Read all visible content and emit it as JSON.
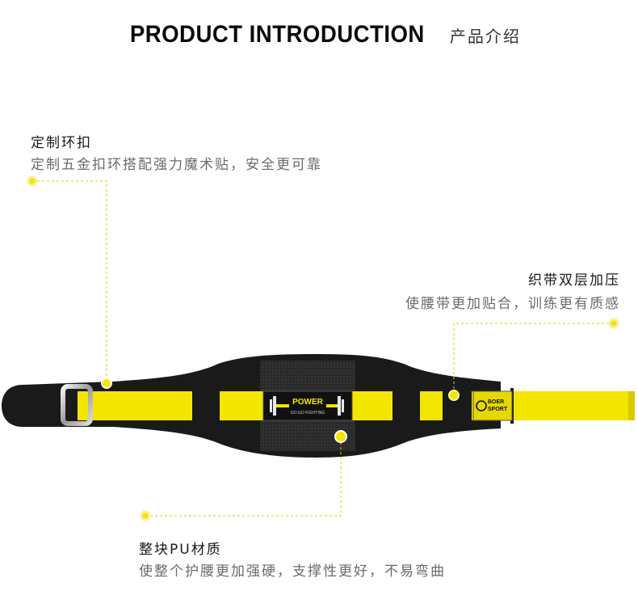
{
  "header": {
    "title_en": "PRODUCT INTRODUCTION",
    "title_cn": "产品介绍"
  },
  "callouts": {
    "buckle": {
      "title": "定制环扣",
      "desc": "定制五金扣环搭配强力魔术贴，安全更可靠"
    },
    "webbing": {
      "title": "织带双层加压",
      "desc": "使腰带更加贴合，训练更有质感"
    },
    "pu": {
      "title": "整块PU材质",
      "desc": "使整个护腰更加强硬，支撑性更好，不易弯曲"
    }
  },
  "belt": {
    "patch_main": "POWER",
    "patch_sub": "GO GO FIGHTING",
    "logo_line1": "BOER",
    "logo_line2": "SPORT"
  },
  "colors": {
    "accent_yellow": "#f2e500",
    "belt_black": "#1a1a1a",
    "callout_line": "#e6c800"
  }
}
